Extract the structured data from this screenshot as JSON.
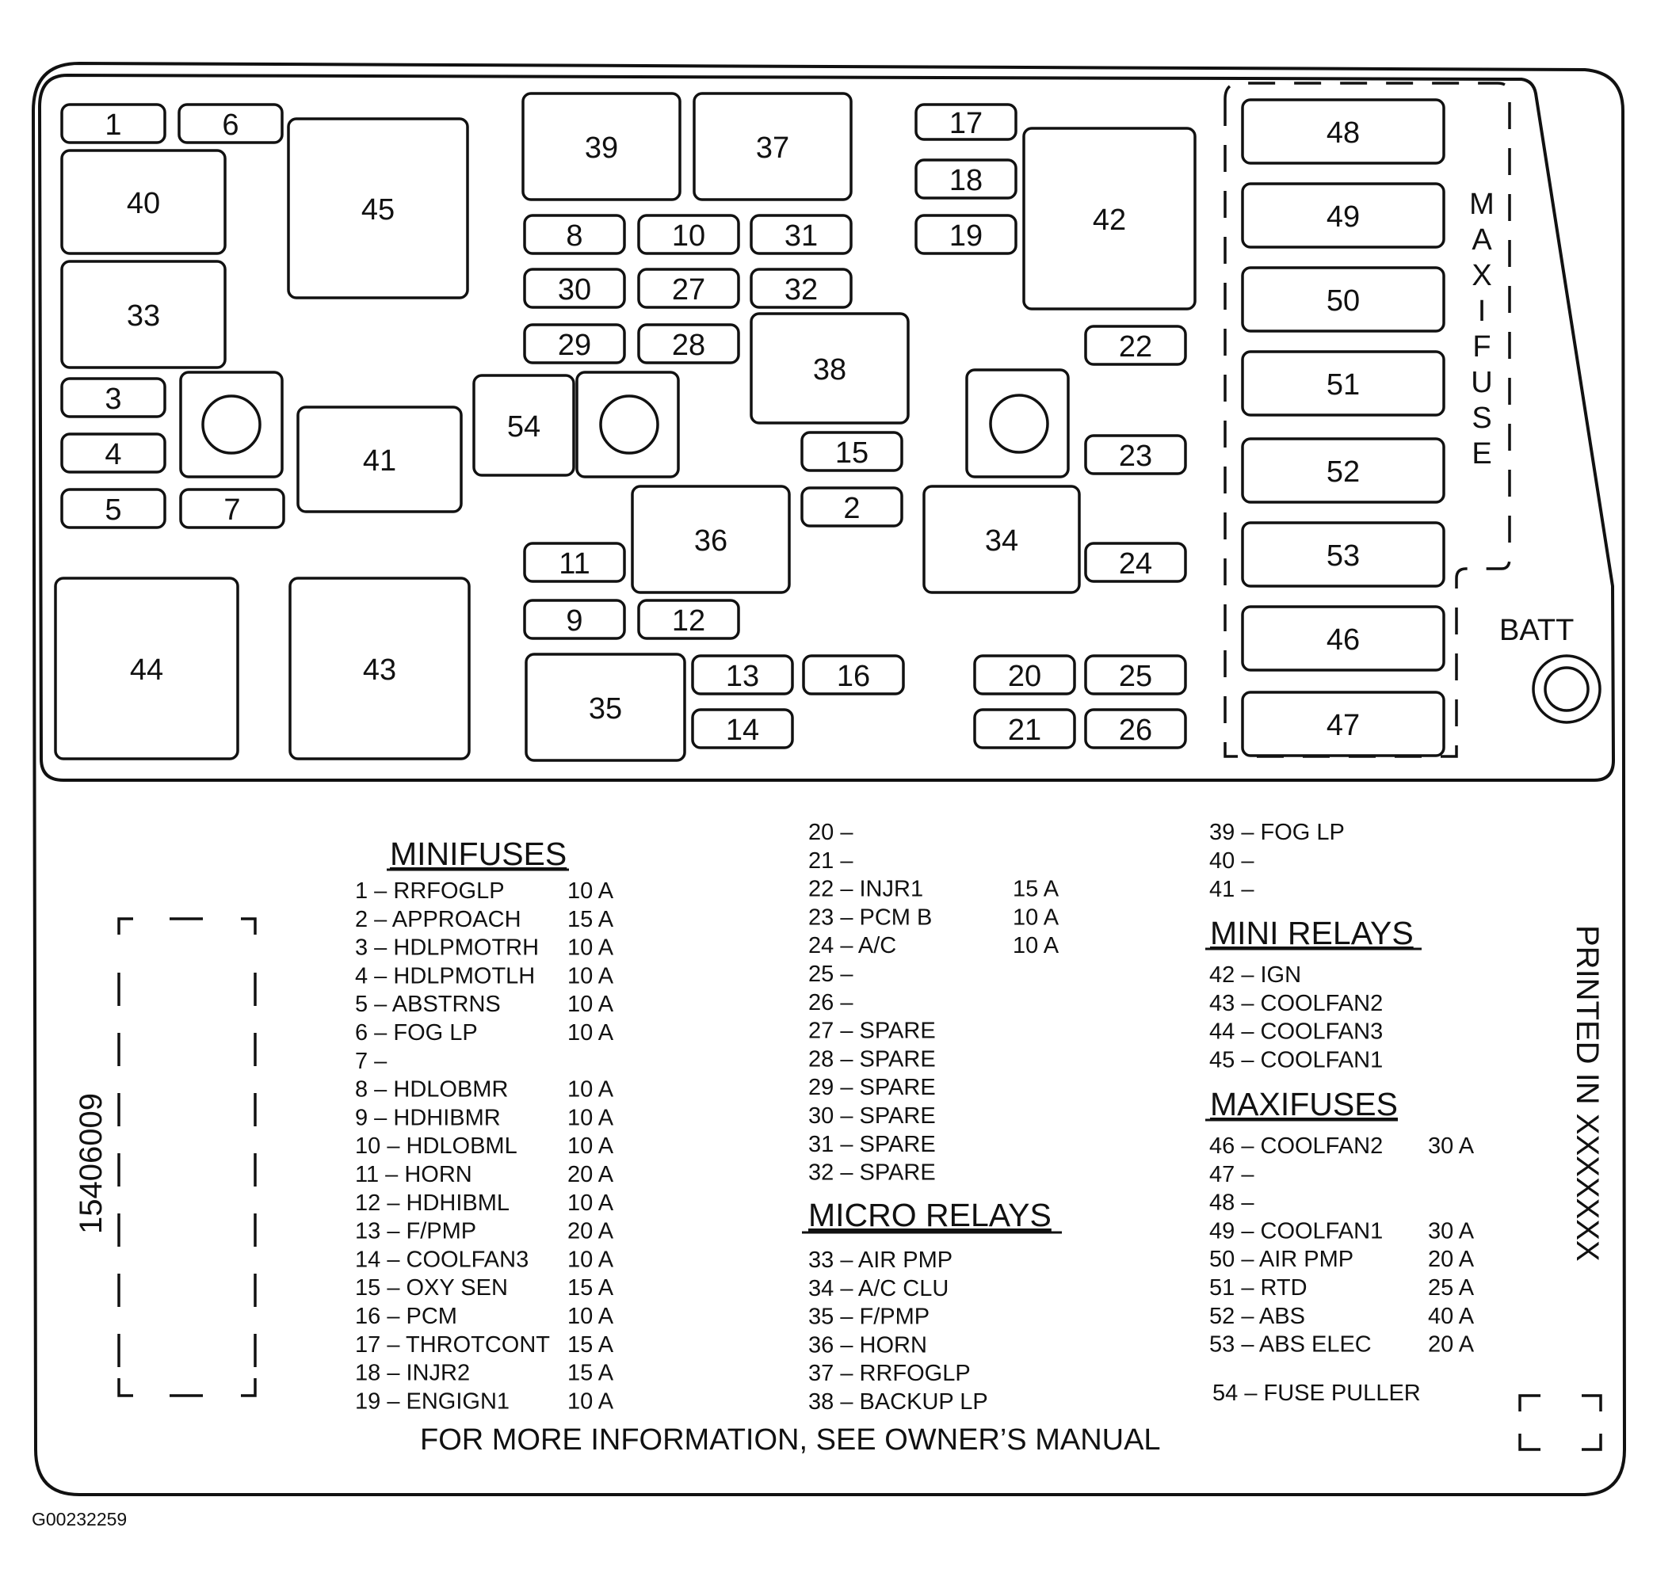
{
  "slots": [
    {
      "label": "1"
    },
    {
      "label": "6"
    },
    {
      "label": "40"
    },
    {
      "label": "45"
    },
    {
      "label": "33"
    },
    {
      "label": "3"
    },
    {
      "label": "4"
    },
    {
      "label": "5"
    },
    {
      "label": "7"
    },
    {
      "label": "41"
    },
    {
      "label": "44"
    },
    {
      "label": "43"
    },
    {
      "label": "39"
    },
    {
      "label": "37"
    },
    {
      "label": "8"
    },
    {
      "label": "10"
    },
    {
      "label": "31"
    },
    {
      "label": "30"
    },
    {
      "label": "27"
    },
    {
      "label": "32"
    },
    {
      "label": "29"
    },
    {
      "label": "28"
    },
    {
      "label": "38"
    },
    {
      "label": "54"
    },
    {
      "label": "15"
    },
    {
      "label": "2"
    },
    {
      "label": "36"
    },
    {
      "label": "11"
    },
    {
      "label": "9"
    },
    {
      "label": "12"
    },
    {
      "label": "35"
    },
    {
      "label": "13"
    },
    {
      "label": "14"
    },
    {
      "label": "16"
    },
    {
      "label": "17"
    },
    {
      "label": "18"
    },
    {
      "label": "19"
    },
    {
      "label": "42"
    },
    {
      "label": "22"
    },
    {
      "label": "23"
    },
    {
      "label": "34"
    },
    {
      "label": "24"
    },
    {
      "label": "20"
    },
    {
      "label": "25"
    },
    {
      "label": "21"
    },
    {
      "label": "26"
    },
    {
      "label": "48"
    },
    {
      "label": "49"
    },
    {
      "label": "50"
    },
    {
      "label": "51"
    },
    {
      "label": "52"
    },
    {
      "label": "53"
    },
    {
      "label": "46"
    },
    {
      "label": "47"
    }
  ],
  "maxi_fuse_letters": [
    "M",
    "A",
    "X",
    "I",
    "F",
    "U",
    "S",
    "E"
  ],
  "batt_label": "BATT",
  "legend": {
    "minifuses": {
      "heading": "MINIFUSES",
      "entries": [
        {
          "text": "1 – RRFOGLP",
          "amps": "10 A"
        },
        {
          "text": "2 – APPROACH",
          "amps": "15 A"
        },
        {
          "text": "3 – HDLPMOTRH",
          "amps": "10 A"
        },
        {
          "text": "4 – HDLPMOTLH",
          "amps": "10 A"
        },
        {
          "text": "5 – ABSTRNS",
          "amps": "10 A"
        },
        {
          "text": "6 – FOG LP",
          "amps": "10 A"
        },
        {
          "text": "7 –",
          "amps": ""
        },
        {
          "text": "8 – HDLOBMR",
          "amps": "10 A"
        },
        {
          "text": "9 – HDHIBMR",
          "amps": "10 A"
        },
        {
          "text": "10 – HDLOBML",
          "amps": "10 A"
        },
        {
          "text": "11 – HORN",
          "amps": "20 A"
        },
        {
          "text": "12 – HDHIBML",
          "amps": "10 A"
        },
        {
          "text": "13 – F/PMP",
          "amps": "20 A"
        },
        {
          "text": "14 – COOLFAN3",
          "amps": "10 A"
        },
        {
          "text": "15 – OXY SEN",
          "amps": "15 A"
        },
        {
          "text": "16 – PCM",
          "amps": "10 A"
        },
        {
          "text": "17 – THROTCONT",
          "amps": "15 A"
        },
        {
          "text": "18 – INJR2",
          "amps": "15 A"
        },
        {
          "text": "19 – ENGIGN1",
          "amps": "10 A"
        }
      ],
      "continued": [
        {
          "text": "20 –",
          "amps": ""
        },
        {
          "text": "21 –",
          "amps": ""
        },
        {
          "text": "22 – INJR1",
          "amps": "15 A"
        },
        {
          "text": "23 – PCM B",
          "amps": "10 A"
        },
        {
          "text": "24 – A/C",
          "amps": "10 A"
        },
        {
          "text": "25 –",
          "amps": ""
        },
        {
          "text": "26 –",
          "amps": ""
        },
        {
          "text": "27 – SPARE",
          "amps": ""
        },
        {
          "text": "28 – SPARE",
          "amps": ""
        },
        {
          "text": "29 – SPARE",
          "amps": ""
        },
        {
          "text": "30 – SPARE",
          "amps": ""
        },
        {
          "text": "31 – SPARE",
          "amps": ""
        },
        {
          "text": "32 – SPARE",
          "amps": ""
        }
      ]
    },
    "micro_relays": {
      "heading": "MICRO RELAYS",
      "entries": [
        {
          "text": "33 – AIR PMP"
        },
        {
          "text": "34 – A/C CLU"
        },
        {
          "text": "35 – F/PMP"
        },
        {
          "text": "36 – HORN"
        },
        {
          "text": "37 – RRFOGLP"
        },
        {
          "text": "38 – BACKUP LP"
        },
        {
          "text": "39 – FOG LP"
        },
        {
          "text": "40 –"
        },
        {
          "text": "41 –"
        }
      ]
    },
    "mini_relays": {
      "heading": "MINI RELAYS",
      "entries": [
        {
          "text": "42 – IGN"
        },
        {
          "text": "43 – COOLFAN2"
        },
        {
          "text": "44 – COOLFAN3"
        },
        {
          "text": "45 – COOLFAN1"
        }
      ]
    },
    "maxifuses": {
      "heading": "MAXIFUSES",
      "entries": [
        {
          "text": "46 – COOLFAN2",
          "amps": "30 A"
        },
        {
          "text": "47 –",
          "amps": ""
        },
        {
          "text": "48 –",
          "amps": ""
        },
        {
          "text": "49 – COOLFAN1",
          "amps": "30 A"
        },
        {
          "text": "50 – AIR PMP",
          "amps": "20 A"
        },
        {
          "text": "51 – RTD",
          "amps": "25 A"
        },
        {
          "text": "52 – ABS",
          "amps": "40 A"
        },
        {
          "text": "53 – ABS ELEC",
          "amps": "20 A"
        }
      ]
    },
    "other": "54 – FUSE PULLER"
  },
  "part_number": "15406009",
  "printed_in": "PRINTED IN XXXXXXX",
  "footer": "FOR MORE INFORMATION, SEE OWNER’S MANUAL",
  "figure_id": "G00232259"
}
